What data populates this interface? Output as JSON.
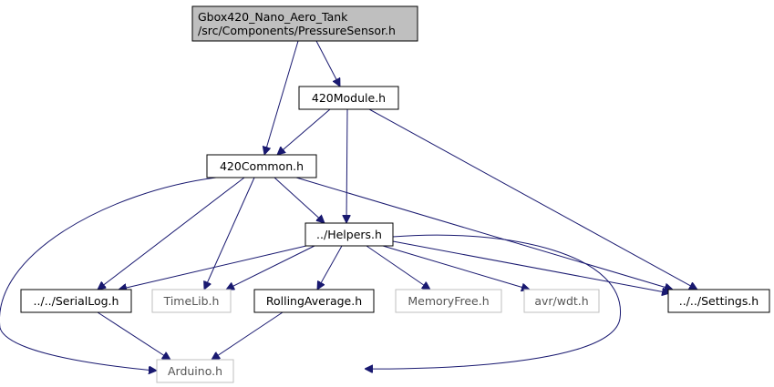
{
  "graph": {
    "colors": {
      "edge": "#191970",
      "root_fill": "#bfbfbf",
      "node_fill": "#ffffff",
      "node_border": "#000000",
      "missing_border": "#bfbfbf"
    },
    "nodes": [
      {
        "id": "root",
        "lines": [
          "Gbox420_Nano_Aero_Tank",
          "/src/Components/PressureSensor.h"
        ],
        "kind": "root"
      },
      {
        "id": "module",
        "lines": [
          "420Module.h"
        ],
        "kind": "normal"
      },
      {
        "id": "common",
        "lines": [
          "420Common.h"
        ],
        "kind": "normal"
      },
      {
        "id": "helpers",
        "lines": [
          "../Helpers.h"
        ],
        "kind": "normal"
      },
      {
        "id": "seriallog",
        "lines": [
          "../../SerialLog.h"
        ],
        "kind": "normal"
      },
      {
        "id": "timelib",
        "lines": [
          "TimeLib.h"
        ],
        "kind": "missing"
      },
      {
        "id": "rolling",
        "lines": [
          "RollingAverage.h"
        ],
        "kind": "normal"
      },
      {
        "id": "memfree",
        "lines": [
          "MemoryFree.h"
        ],
        "kind": "missing"
      },
      {
        "id": "wdt",
        "lines": [
          "avr/wdt.h"
        ],
        "kind": "missing"
      },
      {
        "id": "settings",
        "lines": [
          "../../Settings.h"
        ],
        "kind": "normal"
      },
      {
        "id": "arduino",
        "lines": [
          "Arduino.h"
        ],
        "kind": "missing"
      }
    ],
    "edges": [
      {
        "from": "root",
        "to": "module"
      },
      {
        "from": "root",
        "to": "common"
      },
      {
        "from": "module",
        "to": "common"
      },
      {
        "from": "module",
        "to": "helpers"
      },
      {
        "from": "module",
        "to": "settings"
      },
      {
        "from": "common",
        "to": "helpers"
      },
      {
        "from": "common",
        "to": "seriallog"
      },
      {
        "from": "common",
        "to": "timelib"
      },
      {
        "from": "common",
        "to": "settings"
      },
      {
        "from": "common",
        "to": "arduino"
      },
      {
        "from": "helpers",
        "to": "seriallog"
      },
      {
        "from": "helpers",
        "to": "timelib"
      },
      {
        "from": "helpers",
        "to": "rolling"
      },
      {
        "from": "helpers",
        "to": "memfree"
      },
      {
        "from": "helpers",
        "to": "wdt"
      },
      {
        "from": "helpers",
        "to": "settings"
      },
      {
        "from": "helpers",
        "to": "arduino"
      },
      {
        "from": "seriallog",
        "to": "arduino"
      },
      {
        "from": "rolling",
        "to": "arduino"
      }
    ]
  }
}
